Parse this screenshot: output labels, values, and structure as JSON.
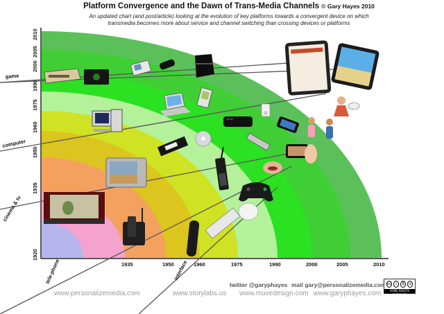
{
  "header": {
    "title": "Platform Convergence and the Dawn of Trans-Media Channels",
    "copyright": "© Gary Hayes 2010",
    "subtitle_line1": "An updated chart (and post/article) looking at the evolution of key platforms towards a convergent device on which",
    "subtitle_line2": "transmedia becomes more about service and channel switching than crossing devices or platforms"
  },
  "axes": {
    "y_years": [
      "2010",
      "2005",
      "2000",
      "1990",
      "1975",
      "1960",
      "1950",
      "1935",
      "1920"
    ],
    "x_years": [
      "1935",
      "1950",
      "1960",
      "1975",
      "1990",
      "2000",
      "2005",
      "2010"
    ]
  },
  "channels": [
    "game",
    "computer",
    "cinema & tv",
    "tele-phone",
    "interface"
  ],
  "bands": [
    {
      "year": "2010",
      "color": "#5cc05a"
    },
    {
      "year": "2005",
      "color": "#3fcf35"
    },
    {
      "year": "2000",
      "color": "#2ce022"
    },
    {
      "year": "1990",
      "color": "#b3f19a"
    },
    {
      "year": "1975",
      "color": "#cfe224"
    },
    {
      "year": "1960",
      "color": "#dbc51e"
    },
    {
      "year": "1950",
      "color": "#f4a160"
    },
    {
      "year": "1935",
      "color": "#f4a3cd"
    },
    {
      "year": "1920",
      "color": "#b7b5ee"
    }
  ],
  "icons": [
    "retro-computer-icon",
    "game-console-icon",
    "handheld-console-icon",
    "ps3-console-icon",
    "tablet-icon",
    "slate-tablet-icon",
    "desktop-pc-icon",
    "laptop-icon",
    "handheld-pda-icon",
    "ipod-icon",
    "set-top-box-icon",
    "smartphone-icon",
    "crt-tv-icon",
    "vcr-icon",
    "dvd-disc-icon",
    "flip-phone-icon",
    "touch-phone-icon",
    "brick-phone-icon",
    "cordless-phone-icon",
    "remote-control-icon",
    "keyboard-icon",
    "mouse-icon",
    "gamepad-icon",
    "mouth-voice-icon",
    "cinema-screen-icon",
    "people-figures-icon"
  ],
  "footer": {
    "twitter": "twitter @garyphayes",
    "mail": "mail gary@personalizemedia.com",
    "site1": "www.personalizemedia.com",
    "site2": "www.storylabs.us",
    "site3": "www.muvedesign.com",
    "site4": "www.garyphayes.com",
    "license": "SOME RIGHTS RESERVED"
  }
}
